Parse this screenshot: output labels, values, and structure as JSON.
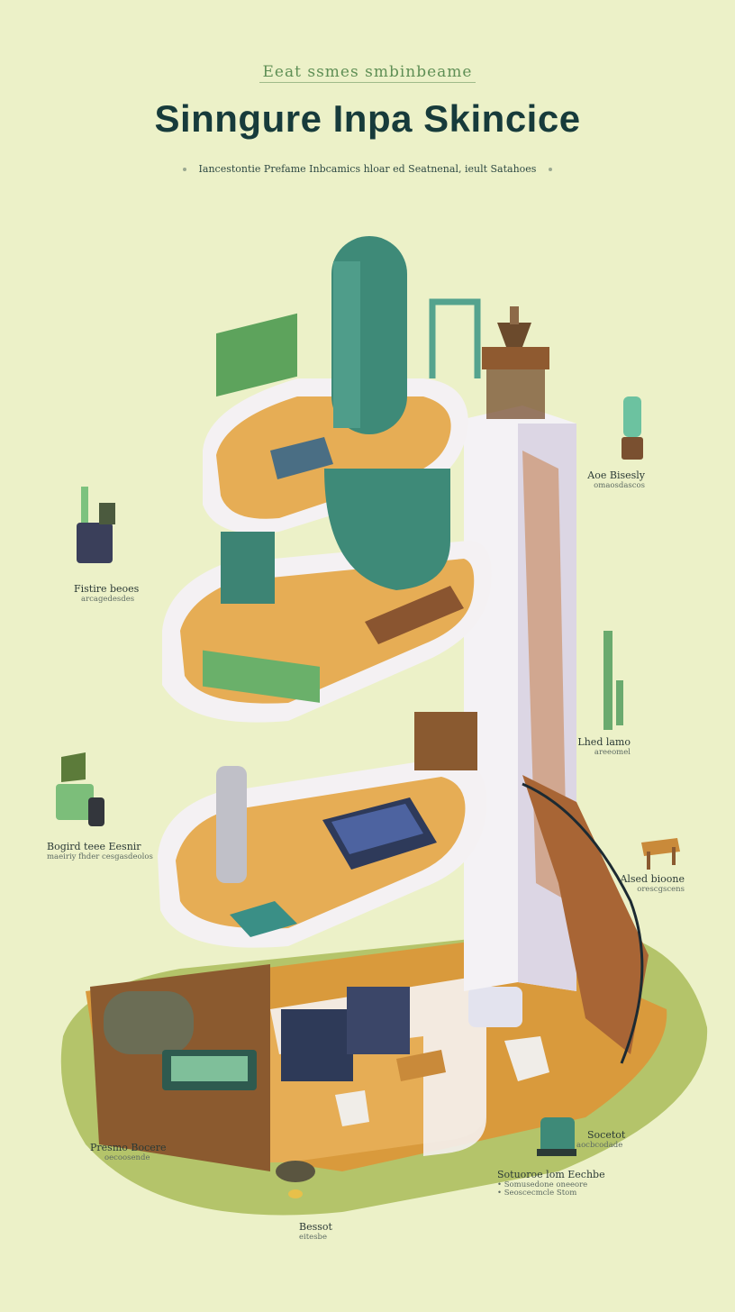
{
  "header": {
    "kicker": "Eeat ssmes smbinbeame",
    "title": "Sinngure Inpa Skincice",
    "subtitle": "Iancestontie Prefame Inbcamics hloar ed Seatnenal, ieult Satahoes"
  },
  "callouts": [
    {
      "id": "left-top",
      "title": "Fistire beoes",
      "sub": "arcagedesdes"
    },
    {
      "id": "left-mid",
      "title": "Bogird teee   Eesnir",
      "sub": "maeiriy fhder cesgasdeolos"
    },
    {
      "id": "left-bottom",
      "title": "Presmo Bocere",
      "sub": "oecoosende"
    },
    {
      "id": "right-top",
      "title": "Aoe Bisesly",
      "sub": "omaosdascos"
    },
    {
      "id": "right-mid",
      "title": "Lhed lamo",
      "sub": "areeomel"
    },
    {
      "id": "right-lower",
      "title": "Alsed bioone",
      "sub": "orescgscens"
    },
    {
      "id": "right-bottom",
      "title": "Socetot",
      "sub": "aocbcodade"
    },
    {
      "id": "bottom-center-right",
      "title": "Sotuoroe lom Eechbe",
      "sub": "• Somusedone oneeore\n• Seoscecmcle Stom"
    },
    {
      "id": "bottom-center",
      "title": "Bessot",
      "sub": "eitesbe"
    }
  ]
}
